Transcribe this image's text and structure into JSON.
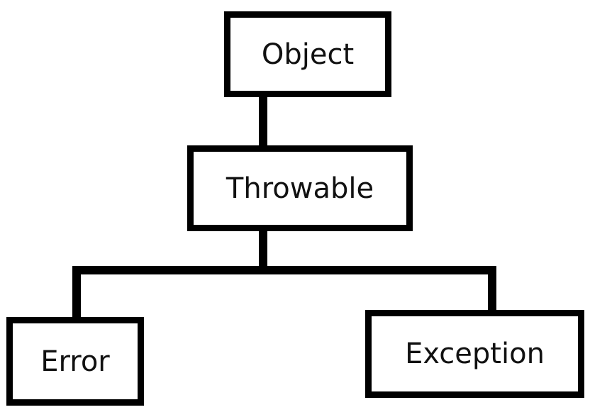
{
  "diagram": {
    "type": "class-hierarchy",
    "nodes": {
      "object": {
        "label": "Object"
      },
      "throwable": {
        "label": "Throwable"
      },
      "error": {
        "label": "Error"
      },
      "exception": {
        "label": "Exception"
      }
    },
    "edges": [
      {
        "from": "Object",
        "to": "Throwable"
      },
      {
        "from": "Throwable",
        "to": "Error"
      },
      {
        "from": "Throwable",
        "to": "Exception"
      }
    ],
    "colors": {
      "stroke": "#000000",
      "background": "#ffffff",
      "text": "#111111"
    }
  }
}
